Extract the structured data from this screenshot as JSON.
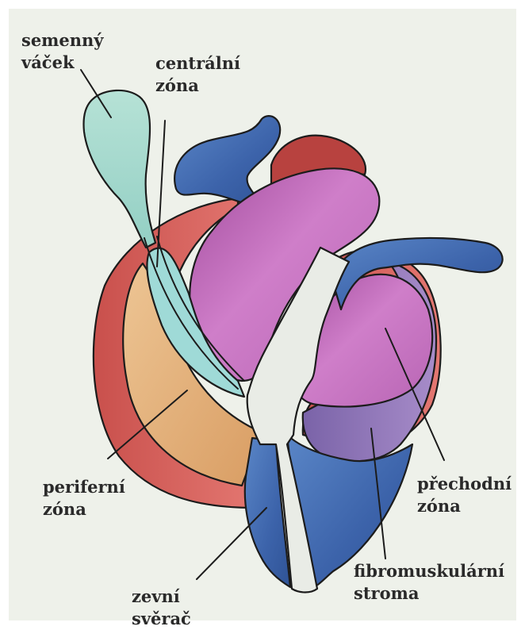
{
  "labels": {
    "semenny_vacek": [
      "semenný",
      "váček"
    ],
    "centralni_zona": [
      "centrální",
      "zóna"
    ],
    "periferni_zona": [
      "periferní",
      "zóna"
    ],
    "prechodni_zona": [
      "přechodní",
      "zóna"
    ],
    "fibromuskularni_stroma": [
      "fibromuskulární",
      "stroma"
    ],
    "zevni_sverac": [
      "zevní",
      "svěrač"
    ]
  },
  "colors": {
    "background": "#eef1ea",
    "red_capsule": "#d9645e",
    "seminal_vesicle": "#a8dcd0",
    "central_zone": "#9fdad7",
    "peripheral_zone": "#e3b07e",
    "transition_zone": "#c46bb8",
    "fibromuscular_stroma": "#8d73b4",
    "sphincter_blue": "#3f6ab0",
    "urethra": "#e9ece6",
    "outline": "#1c1c1c"
  }
}
